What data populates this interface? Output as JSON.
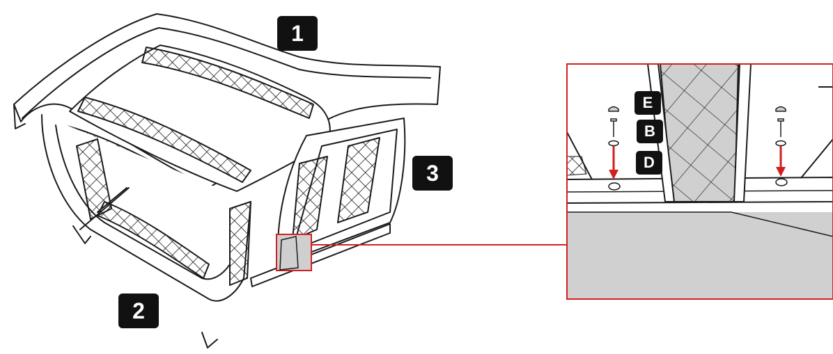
{
  "callouts": {
    "part_1": "1",
    "part_2": "2",
    "part_3": "3",
    "hardware_e": "E",
    "hardware_b": "B",
    "hardware_d": "D"
  },
  "colors": {
    "line": "#1a1a1a",
    "accent": "#d21f1f",
    "shade": "#d4d4d4",
    "badge": "#111111"
  }
}
